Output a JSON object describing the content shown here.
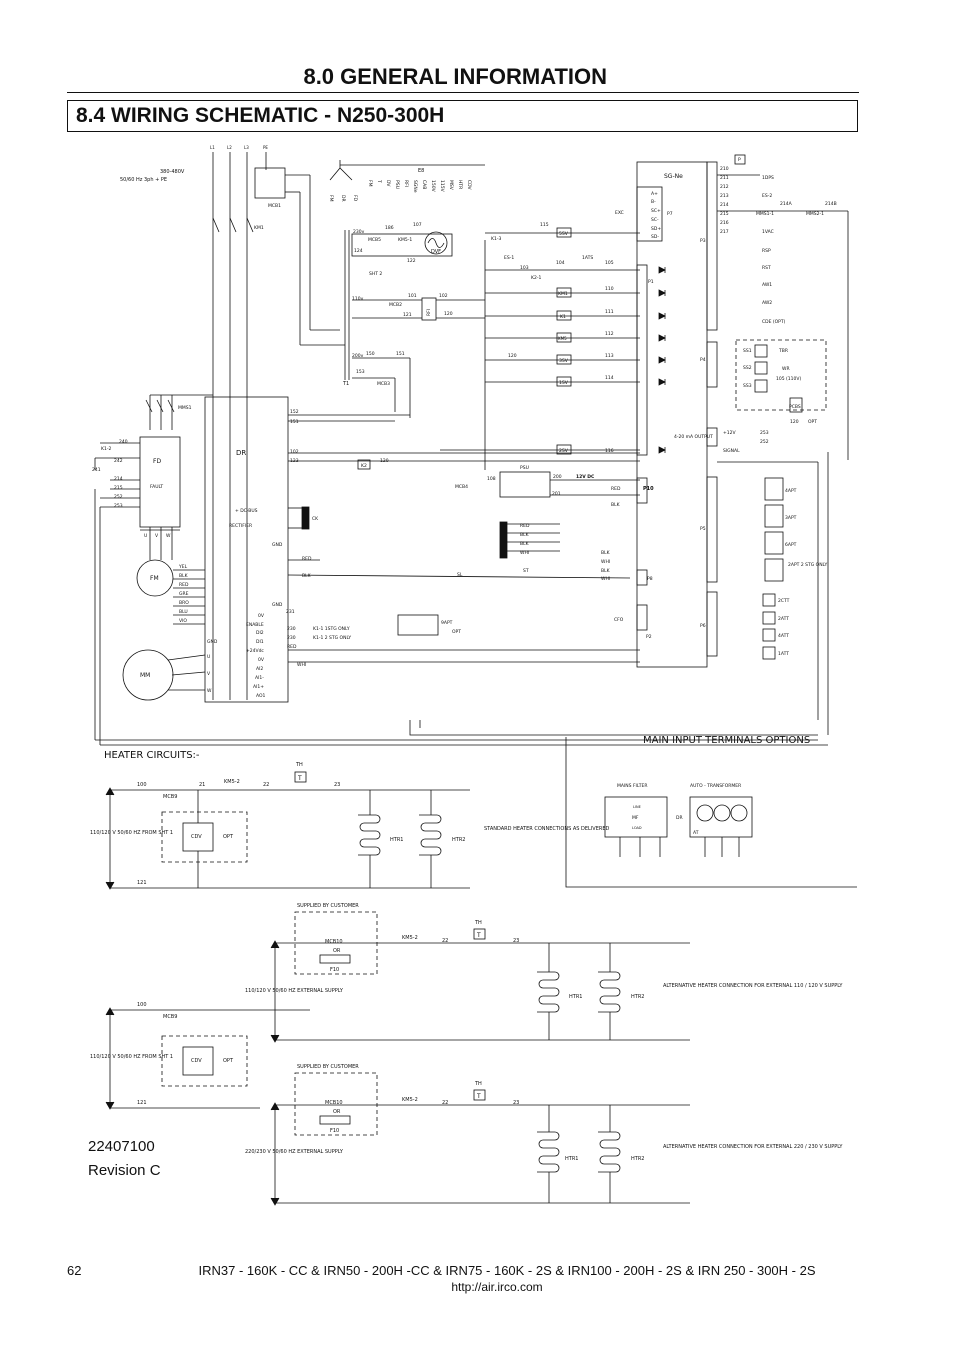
{
  "page": {
    "section_title": "8.0 GENERAL INFORMATION",
    "subsection_title": "8.4 WIRING SCHEMATIC - N250-300H",
    "document_number": "22407100",
    "revision": "Revision C",
    "page_number": "62",
    "models": "IRN37 - 160K - CC & IRN50 - 200H -CC & IRN75 - 160K - 2S & IRN100 - 200H - 2S & IRN 250 - 300H - 2S",
    "url": "http://air.irco.com"
  },
  "schematic": {
    "supply_labels": [
      "L1",
      "L2",
      "L3",
      "PE"
    ],
    "supply_note": "380-480V",
    "supply_freq": "50/60 Hz 3ph + PE",
    "mcb1": "MCB1",
    "km1": "KM1",
    "terminal_block": "E8",
    "terminal_names": [
      "FM",
      "DR",
      "FD",
      "FM",
      "T",
      "DV",
      "PSU",
      "RFI",
      "SGNe",
      "CAB",
      "150V",
      "115V",
      "MSV",
      "HTR",
      "CDV"
    ],
    "dvf": "DVF",
    "mcb5": "MCB5",
    "km5_1": "KM5-1",
    "v230": "230v",
    "n186": "186",
    "n107": "107",
    "n122": "122",
    "n124": "124",
    "t1": "T1",
    "sht2": "SHT 2",
    "mcb2": "MCB2",
    "n110v": "110v",
    "n101": "101",
    "n102": "102",
    "n121": "121",
    "n120": "120",
    "rfi": "RFI",
    "n200v": "200v",
    "n150": "150",
    "n151": "151",
    "n153": "153",
    "mcb3": "MCB3",
    "mms1": "MMS1",
    "fd": "FD",
    "fd_fault": "FAULT",
    "k1_2": "K1-2",
    "n240": "240",
    "n242": "242",
    "n241": "241",
    "fd_pins": [
      "214",
      "215",
      "252",
      "253"
    ],
    "fm": "FM",
    "mm": "MM",
    "dr": "DR",
    "dc_bus": "+ DC-BUS",
    "rectifier": "RECTIFIER",
    "ck": "CK",
    "gnd": "GND",
    "motor_wires": [
      "YEL",
      "BLK",
      "RED",
      "GRE",
      "BRO",
      "BLU",
      "VIO"
    ],
    "dr_inputs": [
      "0V",
      "ENABLE",
      "DI2",
      "DI1",
      "+24Vdc",
      "0V",
      "AI2",
      "AI1-",
      "AI1+",
      "AO1"
    ],
    "uvw": [
      "U",
      "V",
      "W"
    ],
    "sg_ne": "SG-Ne",
    "exc": "EXC",
    "p7": "P7",
    "p7_pins": [
      "A+",
      "B-",
      "SC+",
      "SC-",
      "SD+",
      "SD-"
    ],
    "p3": "P3",
    "p3_nums": [
      "210",
      "211",
      "212",
      "213",
      "214",
      "215",
      "216",
      "217"
    ],
    "p3_labels": [
      "1DPS",
      "ES-2",
      "1VAC",
      "RSP",
      "RST",
      "AW1",
      "AW2",
      "CDE (OPT)"
    ],
    "n214a": "214A",
    "n214b": "214B",
    "mms1_1": "MMS1-1",
    "mms2_1": "MMS2-1",
    "p_label": "P",
    "p1": "P1",
    "p4": "P4",
    "ss_labels": [
      "SS1",
      "SS2",
      "SS3"
    ],
    "ss_right": [
      "TBR",
      "WR",
      "105 (110V)"
    ],
    "pcbs": "PCBS",
    "opt": "OPT",
    "n120b": "120",
    "v12": "+12V",
    "n253": "253",
    "n252": "252",
    "output_4_20": "4-20 mA OUTPUT",
    "signal": "SIGNAL",
    "k1_3": "K1-3",
    "n115": "115",
    "es1": "ES-1",
    "n103": "103",
    "n104": "104",
    "n1ats": "1ATS",
    "n105": "105",
    "k2_1": "K2-1",
    "km1b": "KM1",
    "n110": "110",
    "n111": "111",
    "n112": "112",
    "n113": "113",
    "n114": "114",
    "n116": "116",
    "k1": "K1",
    "km5": "KM5",
    "svs": [
      "5SV",
      "3SV",
      "1SV",
      "2SV"
    ],
    "n152": "152",
    "n151b": "151",
    "n102b": "102",
    "n123": "123",
    "k2": "K2",
    "mcb4": "MCB4",
    "psu": "PSU",
    "n108": "108",
    "n200": "200",
    "n201": "201",
    "v12dc": "12V DC",
    "p10": "P10",
    "red": "RED",
    "blk": "BLK",
    "whi": "WHI",
    "st": "ST",
    "sl": "SL",
    "p8": "P8",
    "p5": "P5",
    "p5_labels": [
      "4APT",
      "3APT",
      "6APT",
      "2APT 2 STG ONLY"
    ],
    "p6": "P6",
    "p6_labels": [
      "2CTT",
      "2ATT",
      "4ATT",
      "1ATT"
    ],
    "cfo": "CFO",
    "p2": "P2",
    "k1_1": "K1-1 1STG ONLY",
    "k1_2s": "K1-1 2 STG ONLY",
    "n230": "230",
    "n231": "231",
    "n9apt": "9APT",
    "heater_circuits": "HEATER CIRCUITS:-",
    "mcb9": "MCB9",
    "km5_2": "KM5-2",
    "th": "TH",
    "t_box": "T",
    "n100": "100",
    "n21": "21",
    "n22": "22",
    "n23": "23",
    "n121b": "121",
    "cdv": "CDV",
    "htr1": "HTR1",
    "htr2": "HTR2",
    "supply_110": "110/120 V 50/60 HZ FROM SHT 1",
    "standard_heater": "STANDARD HEATER CONNECTIONS AS DELIVERED",
    "supplied_by_customer": "SUPPLIED BY CUSTOMER",
    "mcb10": "MCB10",
    "or": "OR",
    "f10": "F10",
    "ext_110": "110/120 V 50/60 HZ EXTERNAL SUPPLY",
    "ext_220": "220/230 V 50/60 HZ EXTERNAL SUPPLY",
    "alt_110": "ALTERNATIVE HEATER CONNECTION FOR EXTERNAL 110 / 120 V SUPPLY",
    "alt_220": "ALTERNATIVE HEATER CONNECTION FOR EXTERNAL 220 / 230 V SUPPLY",
    "main_input": "MAIN INPUT TERMINALS OPTIONS",
    "mains_filter": "MAINS FILTER",
    "auto_transformer": "AUTO - TRANSFORMER",
    "mf": "MF",
    "line": "LINE",
    "load": "LOAD",
    "at": "AT",
    "dr_small": "DR"
  }
}
